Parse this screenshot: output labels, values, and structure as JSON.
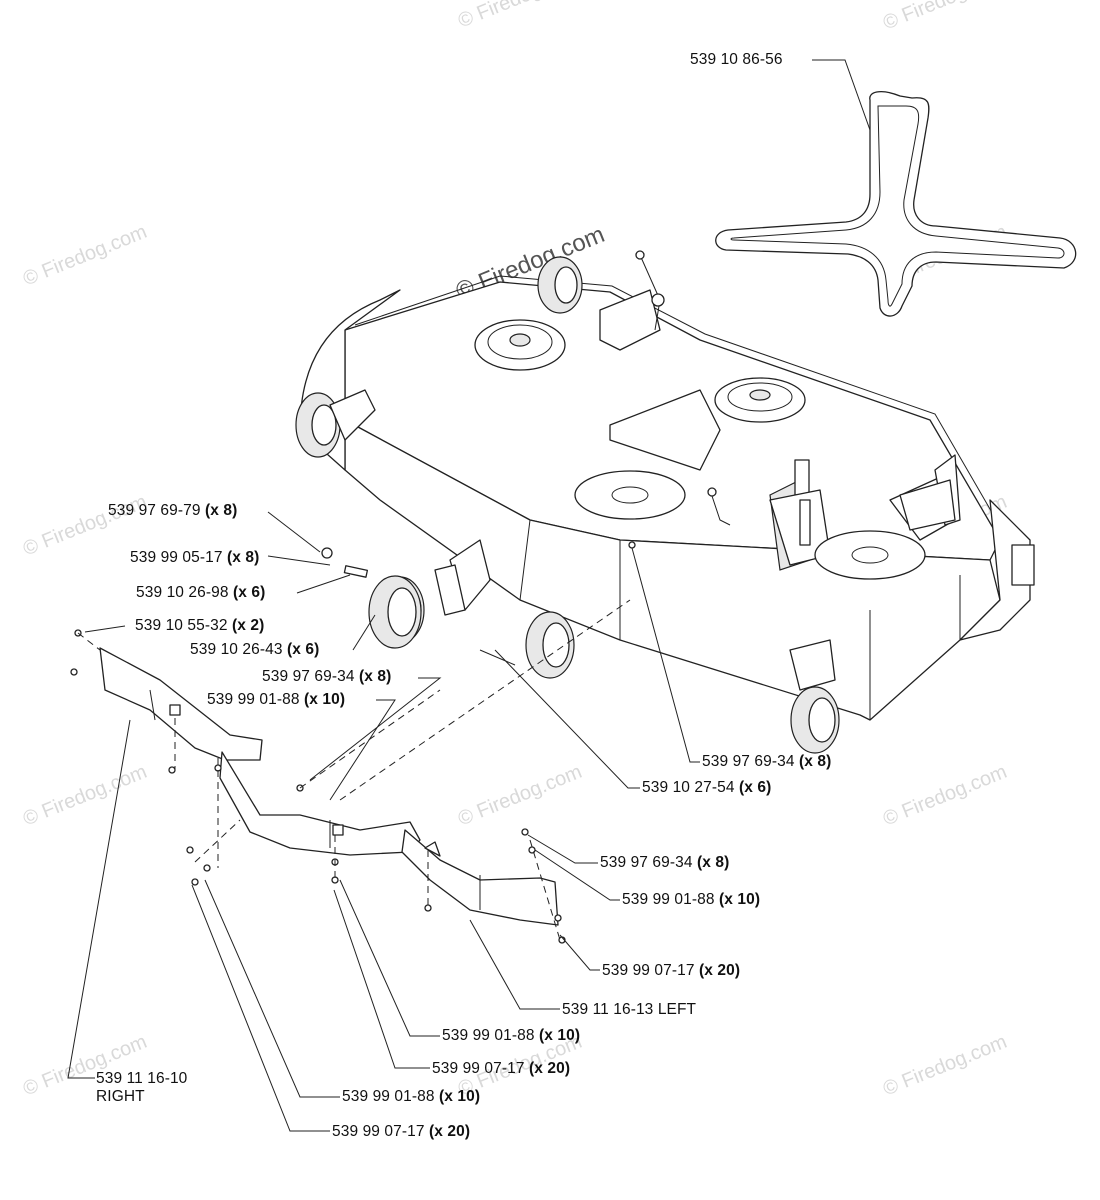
{
  "watermark": {
    "main": "© Firedog.com",
    "repeat": "© Firedog.com"
  },
  "callouts": [
    {
      "id": "belt",
      "part": "539 10 86-56",
      "qty": ""
    },
    {
      "id": "c1",
      "part": "539 97 69-79",
      "qty": "(x 8)"
    },
    {
      "id": "c2",
      "part": "539 99 05-17",
      "qty": "(x 8)"
    },
    {
      "id": "c3",
      "part": "539 10 26-98",
      "qty": "(x 6)"
    },
    {
      "id": "c4",
      "part": "539 10 55-32",
      "qty": "(x 2)"
    },
    {
      "id": "c5",
      "part": "539 10 26-43",
      "qty": "(x 6)"
    },
    {
      "id": "c6",
      "part": "539 97 69-34",
      "qty": "(x 8)"
    },
    {
      "id": "c7",
      "part": "539 99 01-88",
      "qty": "(x 10)"
    },
    {
      "id": "c8",
      "part": "539 97 69-34",
      "qty": "(x 8)"
    },
    {
      "id": "c9",
      "part": "539 10 27-54",
      "qty": "(x 6)"
    },
    {
      "id": "c10",
      "part": "539 97 69-34",
      "qty": "(x 8)"
    },
    {
      "id": "c11",
      "part": "539 99 01-88",
      "qty": "(x 10)"
    },
    {
      "id": "c12",
      "part": "539 99 07-17",
      "qty": "(x 20)"
    },
    {
      "id": "c13",
      "part": "539 11 16-13 LEFT",
      "qty": ""
    },
    {
      "id": "c14",
      "part": "539 99 01-88",
      "qty": "(x 10)"
    },
    {
      "id": "c15",
      "part": "539 99 07-17",
      "qty": "(x 20)"
    },
    {
      "id": "c16",
      "part": "539 11 16-10",
      "qty": "",
      "line2": "RIGHT"
    },
    {
      "id": "c17",
      "part": "539 99 01-88",
      "qty": "(x 10)"
    },
    {
      "id": "c18",
      "part": "539 99 07-17",
      "qty": "(x 20)"
    }
  ]
}
